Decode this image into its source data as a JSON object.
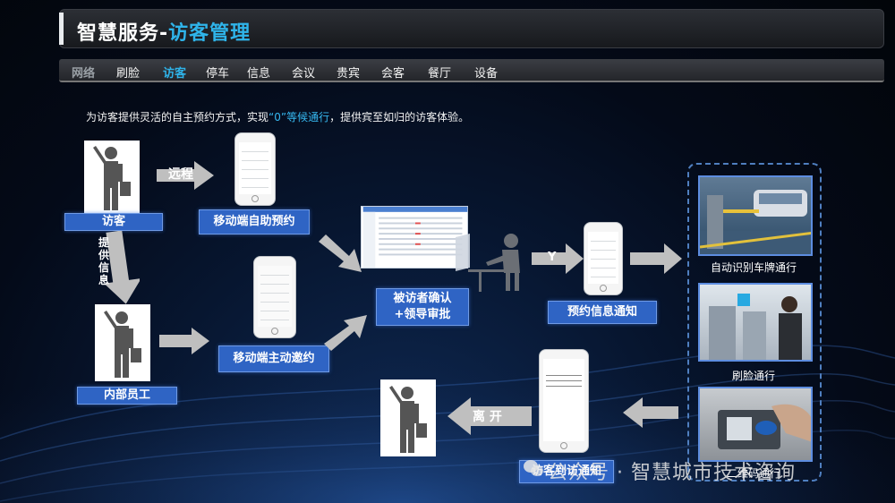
{
  "title": {
    "main": "智慧服务-",
    "highlight": "访客管理"
  },
  "tabs": [
    {
      "label": "网络"
    },
    {
      "label": "刷脸"
    },
    {
      "label": "访客"
    },
    {
      "label": "停车"
    },
    {
      "label": "信息"
    },
    {
      "label": "会议"
    },
    {
      "label": "贵宾"
    },
    {
      "label": "会客"
    },
    {
      "label": "餐厅"
    },
    {
      "label": "设备"
    }
  ],
  "description": {
    "before": "为访客提供灵活的自主预约方式，实现",
    "highlight": "“0”等候通行",
    "after": "，提供宾至如归的访客体验。"
  },
  "nodes": {
    "visitor": "访客",
    "staff": "内部员工",
    "mobile_self": "移动端自助预约",
    "mobile_invite": "移动端主动邀约",
    "confirm_line1": "被访者确认",
    "confirm_line2": "+领导审批",
    "notify": "预约信息通知",
    "leave_notify": "访客到访通知",
    "plate": "自动识别车牌通行",
    "face": "刷脸通行",
    "qr": "二维码通行"
  },
  "arrows": {
    "remote": "远程",
    "provide_info": "提供信息",
    "yes": "Y",
    "leave": "离 开"
  },
  "watermark": "公众号 · 智慧城市技术咨询",
  "colors": {
    "accent": "#2fb4ea",
    "box": "#2f64c4",
    "arrow": "#bfbfbf"
  }
}
